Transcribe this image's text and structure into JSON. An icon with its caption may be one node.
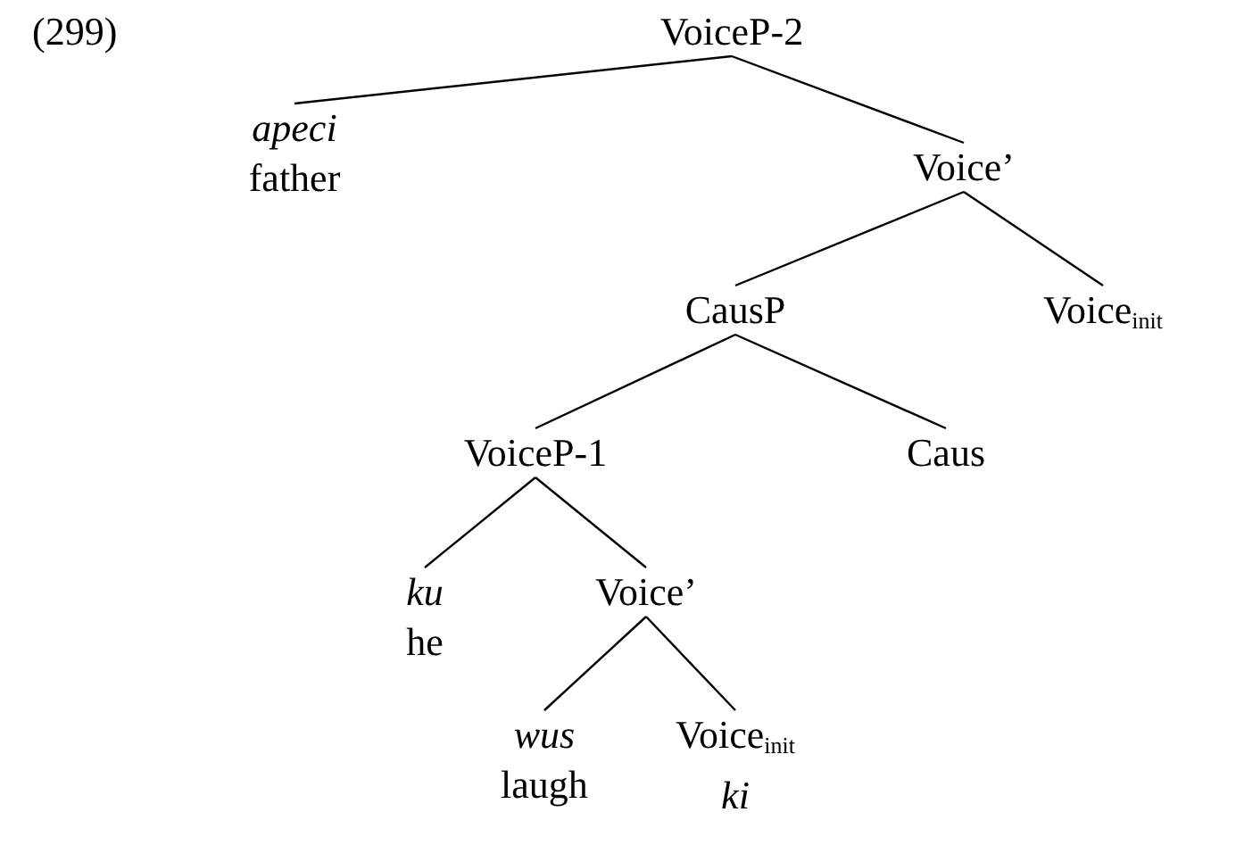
{
  "diagram": {
    "nodes": [
      {
        "text": [
          "VoiceP-2"
        ]
      },
      {
        "text": [
          "apeci",
          "father"
        ]
      },
      {
        "text": [
          "Voice’"
        ]
      },
      {
        "text": [
          "CausP"
        ]
      },
      {
        "text": [
          "Voice$_{init}$"
        ]
      },
      {
        "text": [
          "VoiceP-1"
        ]
      },
      {
        "text": [
          "Caus"
        ]
      },
      {
        "text": [
          "ku",
          "he"
        ]
      },
      {
        "text": [
          "Voice’"
        ]
      },
      {
        "text": [
          "wus",
          "laugh"
        ]
      },
      {
        "text": [
          "Voice$_{init}$",
          "ki"
        ]
      }
    ],
    "edges": [
      {
        "from": 0,
        "to": 1,
        "arrow": "none"
      },
      {
        "from": 0,
        "to": 2,
        "arrow": "none"
      },
      {
        "from": 2,
        "to": 3,
        "arrow": "none"
      },
      {
        "from": 2,
        "to": 4,
        "arrow": "none"
      },
      {
        "from": 3,
        "to": 5,
        "arrow": "none"
      },
      {
        "from": 3,
        "to": 6,
        "arrow": "none"
      },
      {
        "from": 5,
        "to": 7,
        "arrow": "none"
      },
      {
        "from": 5,
        "to": 8,
        "arrow": "none"
      },
      {
        "from": 8,
        "to": 9,
        "arrow": "none"
      },
      {
        "from": 8,
        "to": 10,
        "arrow": "none"
      }
    ],
    "labels": [
      "(299)"
    ]
  }
}
